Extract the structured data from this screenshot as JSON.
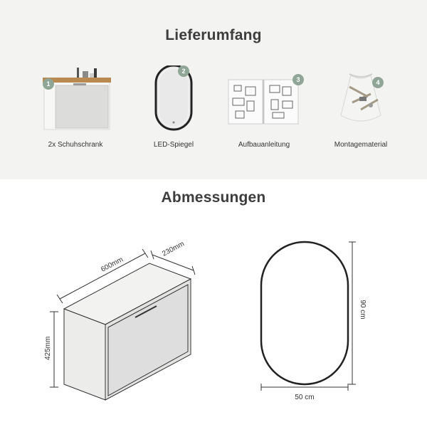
{
  "delivery": {
    "title": "Lieferumfang",
    "items": [
      {
        "number": "1",
        "label": "2x Schuhschrank",
        "icon": "shoe-cabinet-photo"
      },
      {
        "number": "2",
        "label": "LED-Spiegel",
        "icon": "led-mirror-photo"
      },
      {
        "number": "3",
        "label": "Aufbauanleitung",
        "icon": "manual-photo"
      },
      {
        "number": "4",
        "label": "Montagematerial",
        "icon": "hardware-bag-photo"
      }
    ],
    "badge_color": "#8fa596"
  },
  "dimensions": {
    "title": "Abmessungen",
    "cabinet": {
      "width": "600mm",
      "depth": "230mm",
      "height": "425mm"
    },
    "mirror": {
      "width": "50 cm",
      "height": "90 cm"
    }
  },
  "colors": {
    "top_background": "#f3f3f2",
    "oak_top": "#b88a52",
    "cabinet_body": "#e6e6e4",
    "mirror_frame": "#222222"
  }
}
